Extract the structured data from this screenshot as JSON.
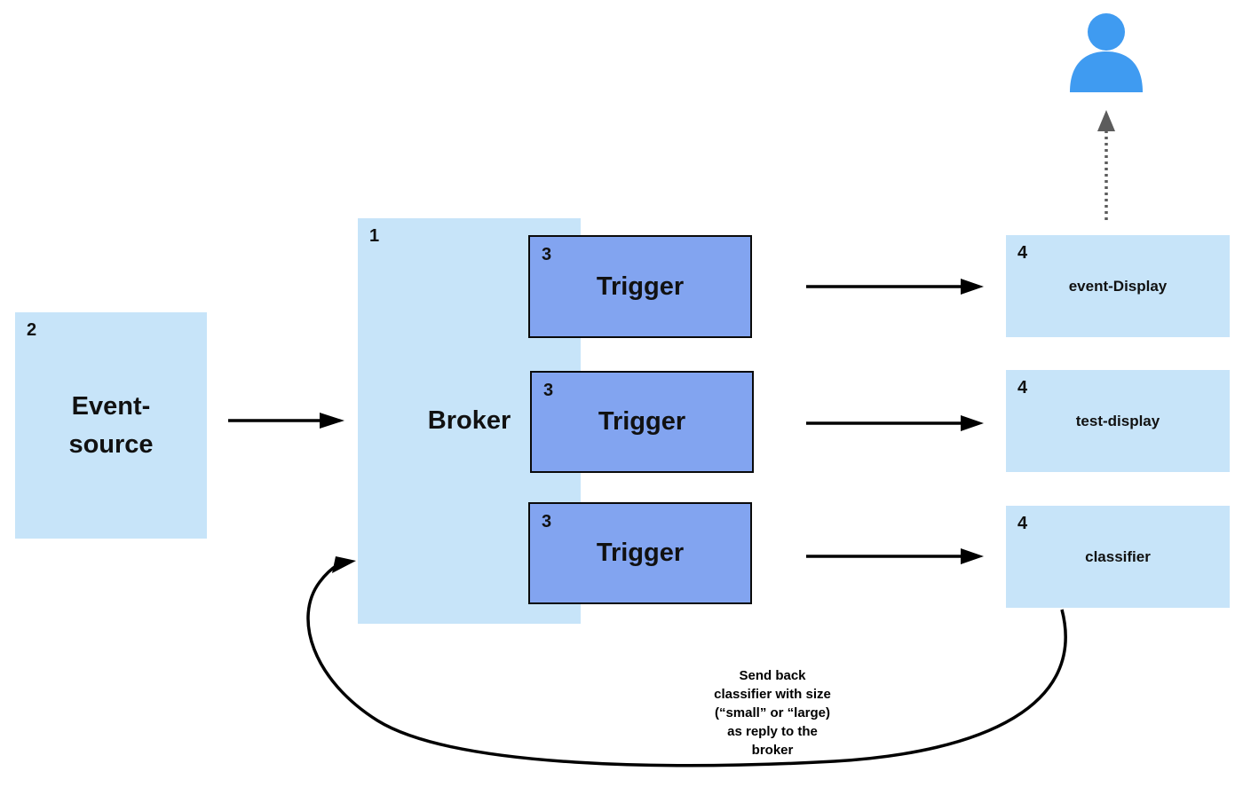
{
  "colors": {
    "light_blue": "#c7e4f9",
    "trigger_blue": "#82a4f0",
    "person_blue": "#3f9bf1",
    "arrow_black": "#000000",
    "dotted_gray": "#5c5c5c"
  },
  "diagram": {
    "broker": {
      "number": "1",
      "label": "Broker"
    },
    "event_source": {
      "number": "2",
      "label": "Event-\nsource"
    },
    "triggers": [
      {
        "number": "3",
        "label": "Trigger"
      },
      {
        "number": "3",
        "label": "Trigger"
      },
      {
        "number": "3",
        "label": "Trigger"
      }
    ],
    "services": [
      {
        "number": "4",
        "label": "event-Display"
      },
      {
        "number": "4",
        "label": "test-display"
      },
      {
        "number": "4",
        "label": "classifier"
      }
    ],
    "annotation": "Send back\nclassifier with size\n(“small” or “large)\nas reply to the\nbroker",
    "icons": {
      "recipient": "user-icon"
    }
  }
}
